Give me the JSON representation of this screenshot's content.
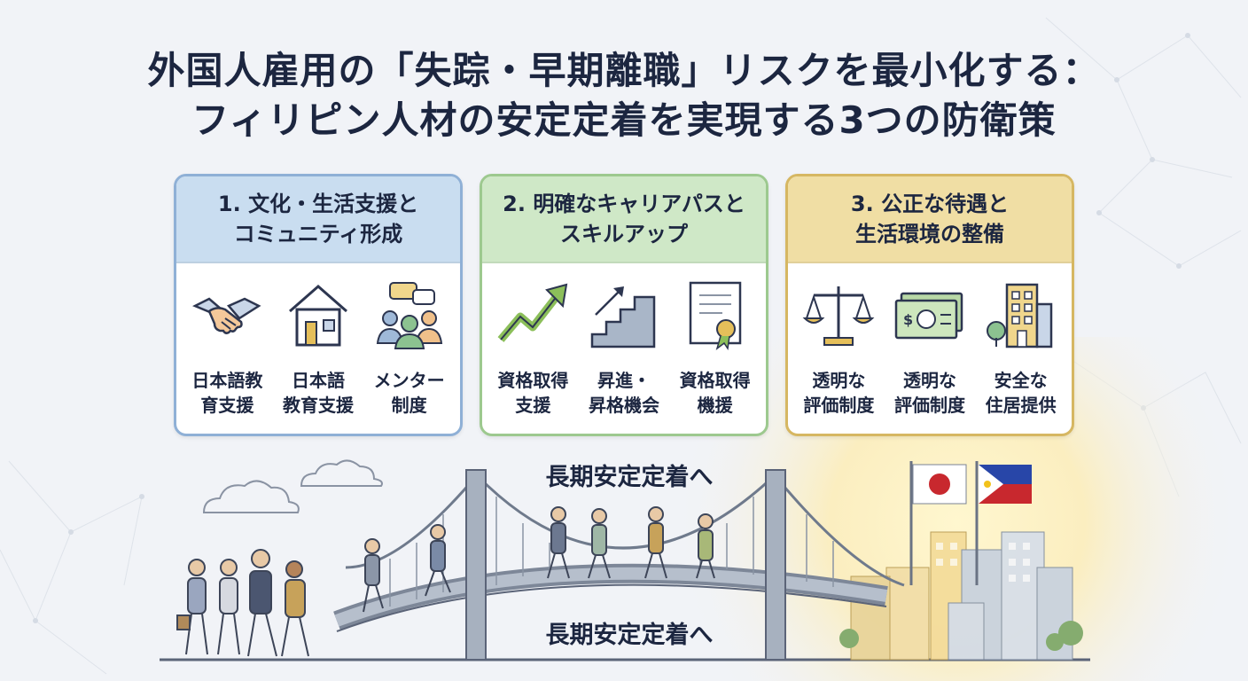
{
  "title": {
    "line1": "外国人雇用の「失踪・早期離職」リスクを最小化する：",
    "line2": "フィリピン人材の安定定着を実現する3つの防衛策"
  },
  "cards": [
    {
      "heading_line1": "1. 文化・生活支援と",
      "heading_line2": "コミュニティ形成",
      "items": [
        {
          "icon": "handshake-icon",
          "line1": "日本語教",
          "line2": "育支援"
        },
        {
          "icon": "house-icon",
          "line1": "日本語",
          "line2": "教育支援"
        },
        {
          "icon": "community-chat-icon",
          "line1": "メンター",
          "line2": "制度"
        }
      ]
    },
    {
      "heading_line1": "2. 明確なキャリアパスと",
      "heading_line2": "スキルアップ",
      "items": [
        {
          "icon": "growth-arrow-icon",
          "line1": "資格取得",
          "line2": "支援"
        },
        {
          "icon": "stairs-icon",
          "line1": "昇進・",
          "line2": "昇格機会"
        },
        {
          "icon": "certificate-icon",
          "line1": "資格取得",
          "line2": "機援"
        }
      ]
    },
    {
      "heading_line1": "3. 公正な待遇と",
      "heading_line2": "生活環境の整備",
      "items": [
        {
          "icon": "scales-icon",
          "line1": "透明な",
          "line2": "評価制度"
        },
        {
          "icon": "money-icon",
          "line1": "透明な",
          "line2": "評価制度"
        },
        {
          "icon": "building-icon",
          "line1": "安全な",
          "line2": "住居提供"
        }
      ]
    }
  ],
  "bridge": {
    "caption_top": "長期安定定着へ",
    "caption_bottom": "長期安定定着へ"
  },
  "colors": {
    "card1_accent": "#c9ddf0",
    "card2_accent": "#cfe8c7",
    "card3_accent": "#f0dea4",
    "navy_text": "#1c2640"
  },
  "money_symbol": "$",
  "flags": [
    "japan-flag-icon",
    "philippines-flag-icon"
  ]
}
